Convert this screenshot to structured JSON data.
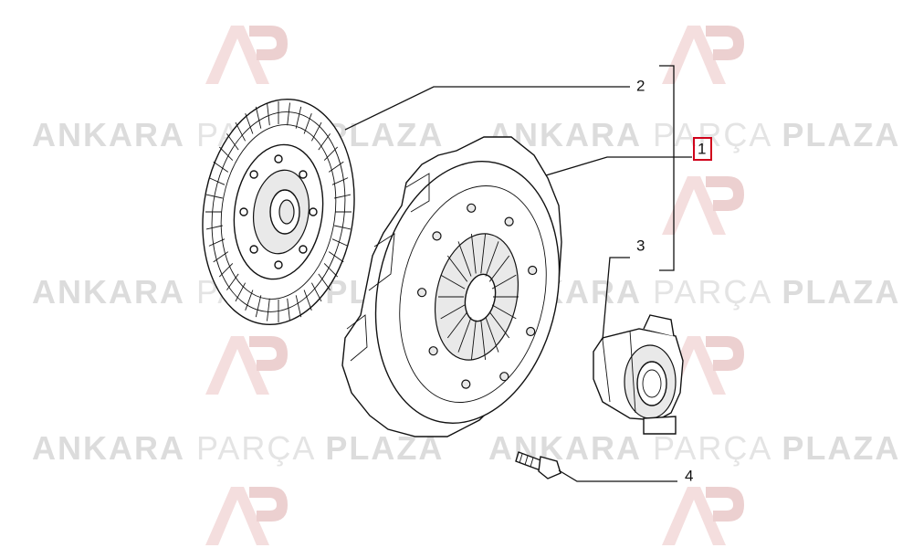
{
  "watermark": {
    "word1": "ANKARA",
    "word2": "PARÇA",
    "word3": "PLAZA",
    "logo_mark": "AP"
  },
  "callouts": [
    {
      "id": "1",
      "label": "1",
      "highlighted": true
    },
    {
      "id": "2",
      "label": "2",
      "highlighted": false
    },
    {
      "id": "3",
      "label": "3",
      "highlighted": false
    },
    {
      "id": "4",
      "label": "4",
      "highlighted": false
    }
  ],
  "colors": {
    "highlight": "#d0021b",
    "line": "#111111",
    "watermark": "#dcdcdc",
    "watermark_logo": "#f2d9d9"
  }
}
